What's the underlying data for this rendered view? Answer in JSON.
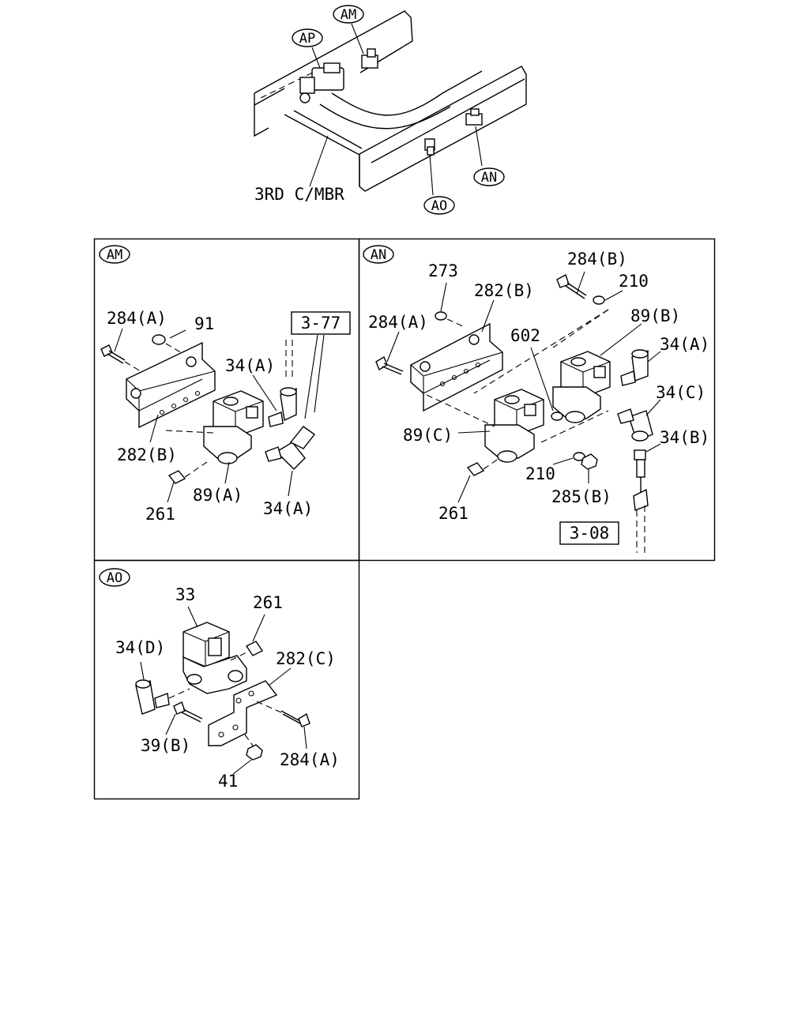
{
  "overview": {
    "member_label": "3RD C/MBR",
    "callouts": {
      "am": "AM",
      "ap": "AP",
      "an": "AN",
      "ao": "AO"
    }
  },
  "panel_am": {
    "tag": "AM",
    "ref_box": "3-77",
    "labels": {
      "bolt": "284(A)",
      "nut": "91",
      "elbow_top": "34(A)",
      "bracket": "282(B)",
      "valve": "89(A)",
      "elbow_bottom": "34(A)",
      "plug": "261"
    }
  },
  "panel_an": {
    "tag": "AN",
    "ref_box": "3-08",
    "labels": {
      "washer_273": "273",
      "bolt_b": "284(B)",
      "washer_210_top": "210",
      "bracket": "282(B)",
      "bolt_a": "284(A)",
      "oring": "602",
      "valve_b": "89(B)",
      "elbow_a": "34(A)",
      "elbow_c": "34(C)",
      "fitting_b": "34(B)",
      "valve_c": "89(C)",
      "washer_210_bottom": "210",
      "nut": "285(B)",
      "plug": "261"
    }
  },
  "panel_ao": {
    "tag": "AO",
    "labels": {
      "valve": "33",
      "plug": "261",
      "elbow": "34(D)",
      "bracket": "282(C)",
      "bolt_b": "39(B)",
      "bolt_a": "284(A)",
      "nut": "41"
    }
  }
}
